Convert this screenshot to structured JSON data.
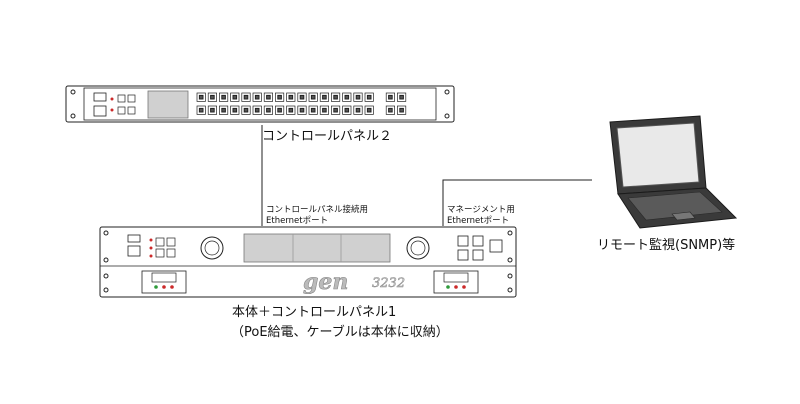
{
  "labels": {
    "panel2": "コントロールパネル２",
    "port_left_line1": "コントロールパネル接続用",
    "port_left_line2": "Ethernetポート",
    "port_right_line1": "マネージメント用",
    "port_right_line2": "Ethernetポート",
    "remote": "リモート監視(SNMP)等",
    "main_line1": "本体＋コントロールパネル1",
    "main_line2": "（PoE給電、ケーブルは本体に収納）"
  },
  "device_text": {
    "brand": "gen",
    "model": "3232"
  },
  "colors": {
    "line": "#222222",
    "panel_display": "#d0d0d0",
    "led_red": "#cc2a2a",
    "led_green": "#2e9a3a",
    "laptop_body": "#3a3a3a",
    "laptop_screen": "#e9e9e9"
  }
}
